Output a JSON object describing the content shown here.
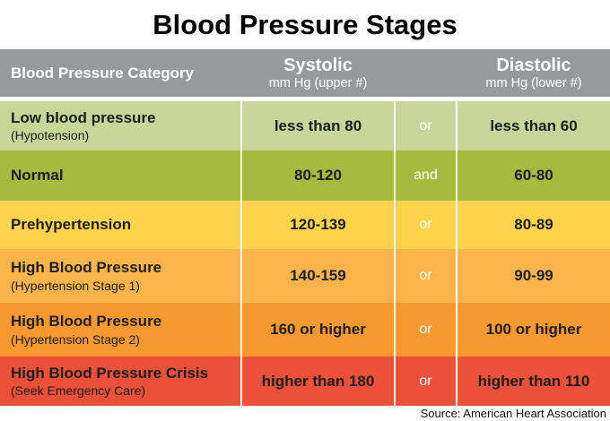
{
  "title": "Blood Pressure Stages",
  "source": "Source: American Heart Association",
  "table": {
    "header": {
      "category": "Blood Pressure Category",
      "systolic_title": "Systolic",
      "systolic_sub": "mm Hg (upper #)",
      "diastolic_title": "Diastolic",
      "diastolic_sub": "mm Hg (lower #)"
    },
    "rows": [
      {
        "category": "Low blood pressure",
        "sub": "(Hypotension)",
        "systolic": "less than 80",
        "conjunction": "or",
        "diastolic": "less than 60",
        "color": "#c9d69a"
      },
      {
        "category": "Normal",
        "sub": "",
        "systolic": "80-120",
        "conjunction": "and",
        "diastolic": "60-80",
        "color": "#a6ba3e"
      },
      {
        "category": "Prehypertension",
        "sub": "",
        "systolic": "120-139",
        "conjunction": "or",
        "diastolic": "80-89",
        "color": "#fdd44b"
      },
      {
        "category": "High Blood Pressure",
        "sub": "(Hypertension Stage 1)",
        "systolic": "140-159",
        "conjunction": "or",
        "diastolic": "90-99",
        "color": "#fbb44a"
      },
      {
        "category": "High Blood Pressure",
        "sub": "(Hypertension Stage 2)",
        "systolic": "160 or higher",
        "conjunction": "or",
        "diastolic": "100 or higher",
        "color": "#f8992f"
      },
      {
        "category": "High Blood Pressure Crisis",
        "sub": "(Seek Emergency Care)",
        "systolic": "higher than 180",
        "conjunction": "or",
        "diastolic": "higher than 110",
        "color": "#ea5138"
      }
    ],
    "colors": {
      "header_bg": "#98999b",
      "header_text": "#ffffff",
      "separator": "#ffffff",
      "body_text": "#1d1d1b",
      "conjunction_text": "#ffffff"
    }
  },
  "chart_data": {
    "type": "table",
    "title": "Blood Pressure Stages",
    "columns": [
      "Blood Pressure Category",
      "Systolic mm Hg (upper #)",
      "Conjunction",
      "Diastolic mm Hg (lower #)"
    ],
    "rows": [
      [
        "Low blood pressure (Hypotension)",
        "less than 80",
        "or",
        "less than 60"
      ],
      [
        "Normal",
        "80-120",
        "and",
        "60-80"
      ],
      [
        "Prehypertension",
        "120-139",
        "or",
        "80-89"
      ],
      [
        "High Blood Pressure (Hypertension Stage 1)",
        "140-159",
        "or",
        "90-99"
      ],
      [
        "High Blood Pressure (Hypertension Stage 2)",
        "160 or higher",
        "or",
        "100 or higher"
      ],
      [
        "High Blood Pressure Crisis (Seek Emergency Care)",
        "higher than 180",
        "or",
        "higher than 110"
      ]
    ],
    "row_colors": [
      "#c9d69a",
      "#a6ba3e",
      "#fdd44b",
      "#fbb44a",
      "#f8992f",
      "#ea5138"
    ],
    "source": "American Heart Association"
  }
}
